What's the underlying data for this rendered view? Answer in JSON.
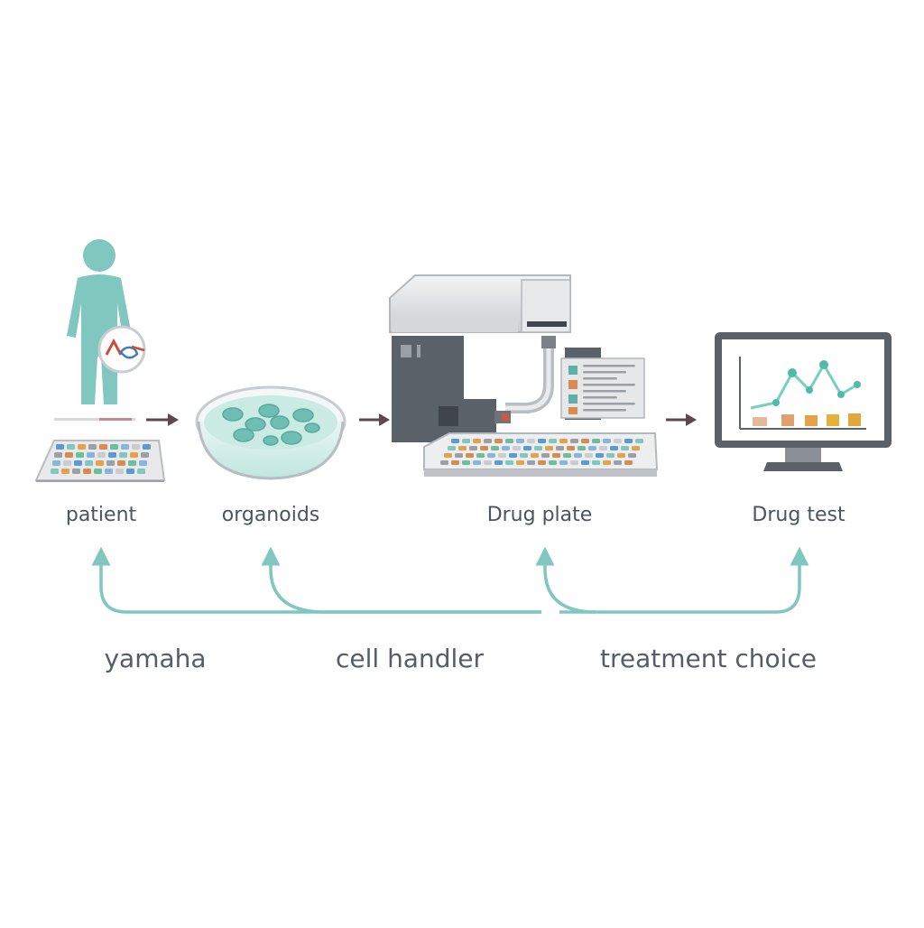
{
  "colors": {
    "teal": "#7fc7bf",
    "teal_dark": "#5fb0a8",
    "arrow": "#5a4a4c",
    "grey_dark": "#5b6168",
    "grey_light": "#d9dcdf",
    "text": "#4a5560"
  },
  "stages": [
    {
      "label": "patient",
      "icon": "patient-icon"
    },
    {
      "label": "organoids",
      "icon": "petri-dish-icon"
    },
    {
      "label": "Drug plate",
      "icon": "lab-robot-icon"
    },
    {
      "label": "Drug test",
      "icon": "monitor-chart-icon"
    }
  ],
  "bottom_labels": [
    {
      "label": "yamaha"
    },
    {
      "label": "cell handler"
    },
    {
      "label": "treatment choice"
    }
  ]
}
